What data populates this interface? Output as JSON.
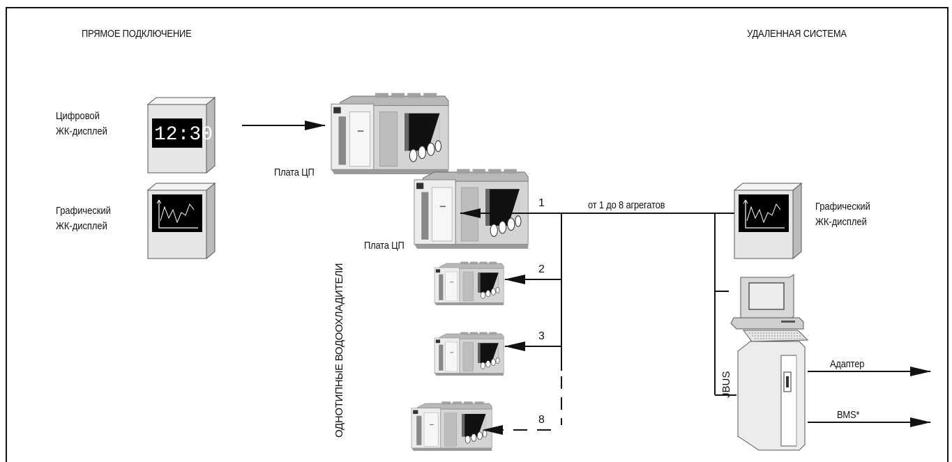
{
  "headers": {
    "direct": "ПРЯМОЕ ПОДКЛЮЧЕНИЕ",
    "remote": "УДАЛЕННАЯ СИСТЕМА"
  },
  "left_devices": {
    "digital_lcd": {
      "line1": "Цифровой",
      "line2": "ЖК-дисплей",
      "screen_text": "12:30"
    },
    "graphic_lcd": {
      "line1": "Графический",
      "line2": "ЖК-дисплей"
    }
  },
  "chiller_labels": {
    "cpu_board_top": "Плата ЦП",
    "cpu_board_main": "Плата ЦП",
    "group": "ОДНОТИПНЫЕ ВОДООХЛАДИТЕЛИ"
  },
  "network": {
    "range_label": "от 1 до 8 агрегатов",
    "unit_numbers": [
      "1",
      "2",
      "3",
      "8"
    ]
  },
  "right_devices": {
    "graphic_lcd": {
      "line1": "Графический",
      "line2": "ЖК-дисплей"
    },
    "jbus_label": "JBUS",
    "adapter_label": "Адаптер",
    "bms_label": "BMS*"
  }
}
